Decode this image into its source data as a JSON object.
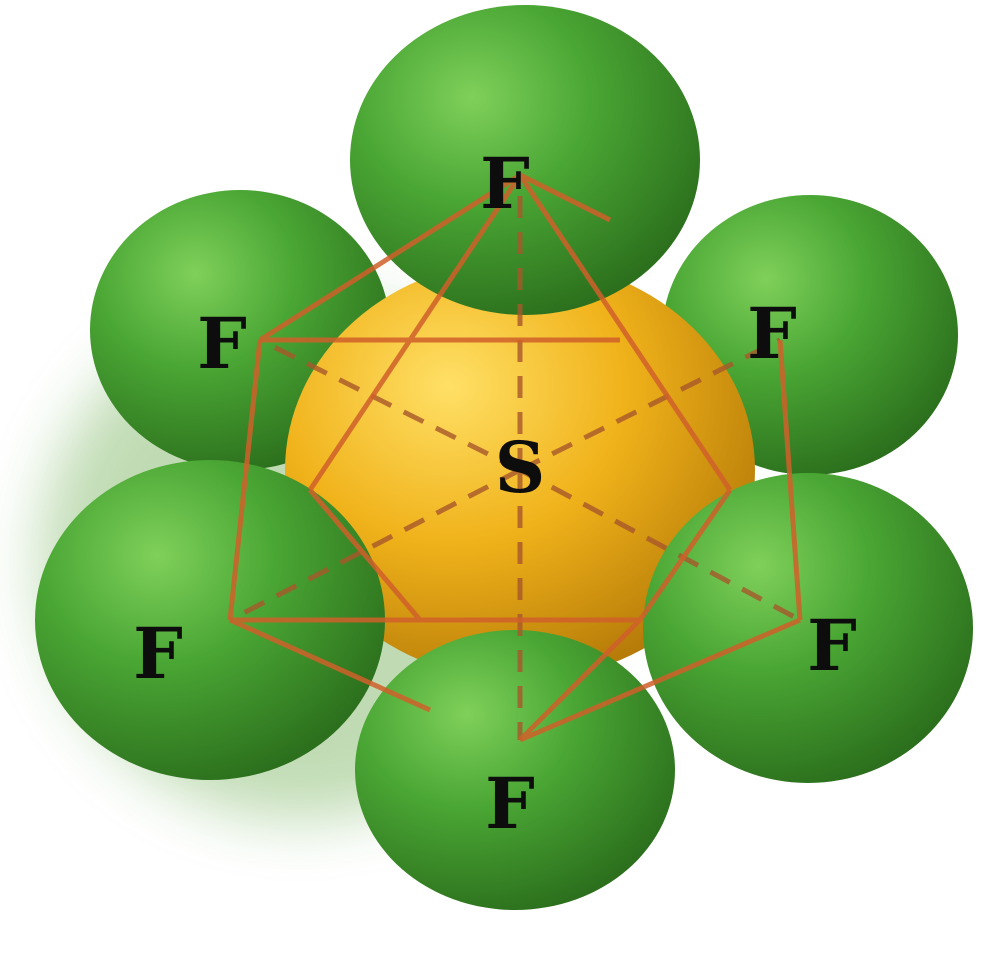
{
  "molecule": {
    "central_atom": {
      "symbol": "S",
      "color": "#e8a712"
    },
    "ligands": [
      {
        "symbol": "F",
        "position": "top"
      },
      {
        "symbol": "F",
        "position": "upper-left"
      },
      {
        "symbol": "F",
        "position": "upper-right"
      },
      {
        "symbol": "F",
        "position": "lower-left"
      },
      {
        "symbol": "F",
        "position": "lower-right"
      },
      {
        "symbol": "F",
        "position": "bottom"
      }
    ],
    "ligand_color": "#3f9a2b",
    "bond_color": "#c8552a"
  }
}
